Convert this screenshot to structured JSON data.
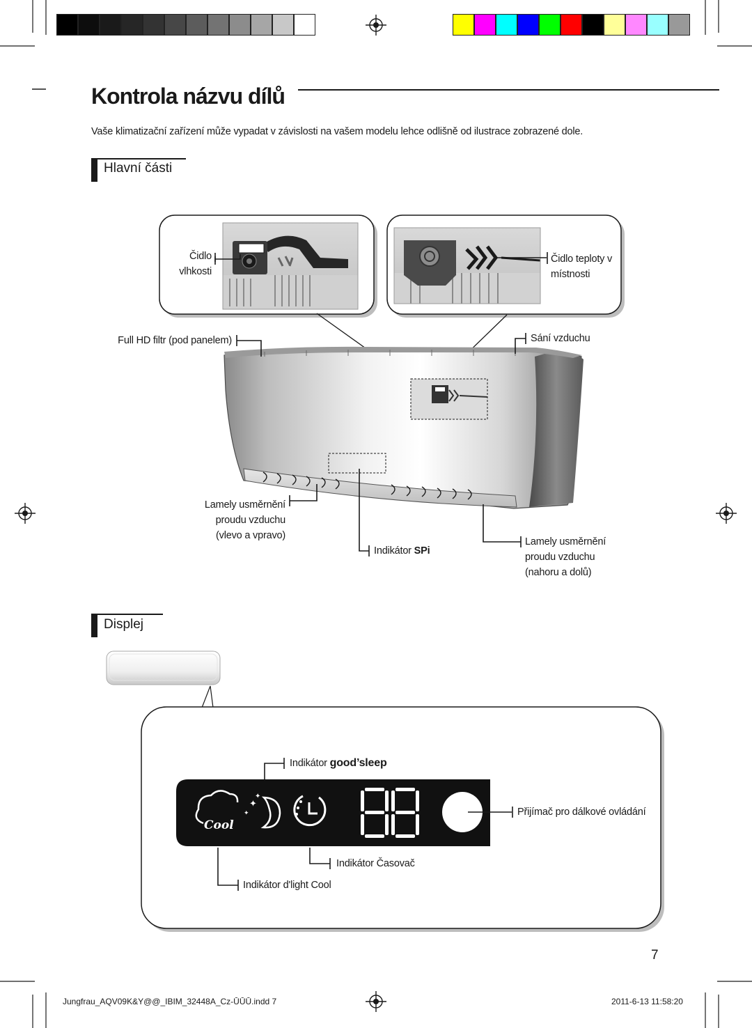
{
  "page": {
    "title": "Kontrola názvu dílů",
    "intro": "Vaše klimatizační zařízení může vypadat v závislosti na vašem modelu lehce odlišně od ilustrace zobrazené dole.",
    "page_number": "7"
  },
  "sections": {
    "main_parts": "Hlavní části",
    "display": "Displej"
  },
  "parts": {
    "humidity_sensor_1": "Čidlo",
    "humidity_sensor_2": "vlhkosti",
    "room_temp_sensor_1": "Čidlo teploty v",
    "room_temp_sensor_2": "místnosti",
    "filter": "Full HD filtr (pod panelem)",
    "air_intake": "Sání vzduchu",
    "louver_lr_1": "Lamely usměrnění",
    "louver_lr_2": "proudu vzduchu",
    "louver_lr_3": "(vlevo a vpravo)",
    "spi_prefix": "Indikátor ",
    "spi_brand": "SPi",
    "louver_ud_1": "Lamely usměrnění",
    "louver_ud_2": "proudu vzduchu",
    "louver_ud_3": "(nahoru a dolů)"
  },
  "display": {
    "goodsleep_prefix": "Indikátor ",
    "goodsleep_brand": "good’sleep",
    "receiver": "Přijímač pro dálkové ovládání",
    "timer": "Indikátor Časovač",
    "dlight": "Indikátor d'light Cool",
    "cool_word": "Cool",
    "digits": "88"
  },
  "footer": {
    "file": "Jungfrau_AQV09K&Y@@_IBIM_32448A_Cz-ŪŪŪ.indd   7",
    "timestamp": "2011-6-13   11:58:20"
  },
  "print_marks": {
    "gray_steps": [
      "#000000",
      "#0d0d0d",
      "#1a1a1a",
      "#262626",
      "#333333",
      "#474747",
      "#5c5c5c",
      "#737373",
      "#8c8c8c",
      "#a6a6a6",
      "#c8c8c8",
      "#ffffff"
    ],
    "color_steps": [
      "#ffff00",
      "#ff00ff",
      "#00ffff",
      "#0000ff",
      "#00ff00",
      "#ff0000",
      "#000000",
      "#ffff99",
      "#ff88ff",
      "#99ffff",
      "#999999"
    ]
  }
}
